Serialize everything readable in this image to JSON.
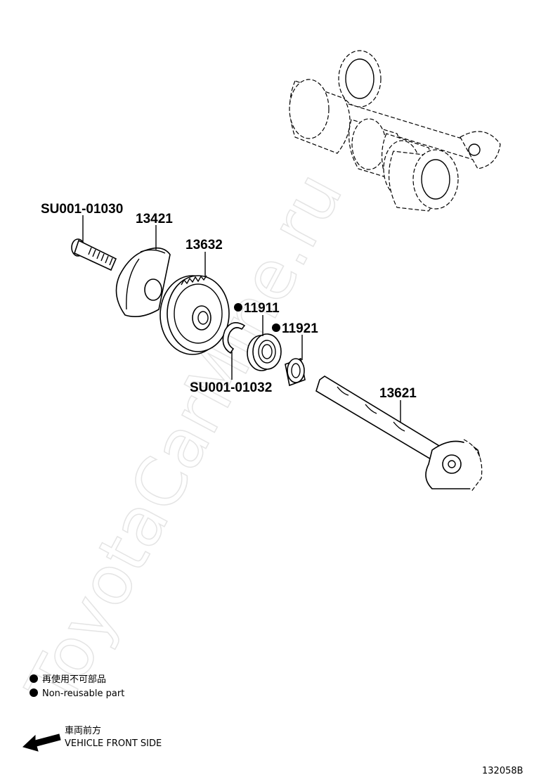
{
  "watermark": "ToyotaCarMine.ru",
  "parts": {
    "bolt": "SU001-01030",
    "cover": "13421",
    "gear": "13632",
    "bearing": "11911",
    "bushing": "11921",
    "snap_ring": "SU001-01032",
    "shaft": "13621"
  },
  "legend": {
    "jp": "再使用不可部品",
    "en": "Non-reusable part"
  },
  "front": {
    "jp": "車両前方",
    "en": "VEHICLE FRONT SIDE"
  },
  "figure_code": "132058B"
}
